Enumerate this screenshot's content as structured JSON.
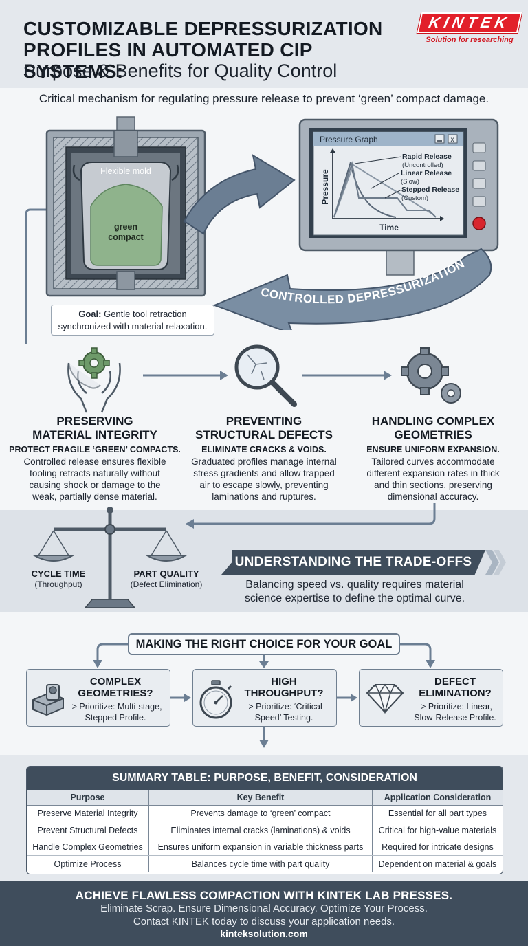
{
  "header": {
    "title": "CUSTOMIZABLE DEPRESSURIZATION PROFILES IN AUTOMATED CIP SYSTEMS:",
    "subtitle": "Purpose & Benefits for Quality Control",
    "logo_text": "KINTEK",
    "logo_tagline": "Solution for researching"
  },
  "intro": "Critical mechanism for regulating pressure release to prevent ‘green’ compact damage.",
  "press": {
    "mold_label": "Flexible mold",
    "compact_label_1": "green",
    "compact_label_2": "compact",
    "goal_label": "Goal:",
    "goal_text_1": "Gentle tool retraction",
    "goal_text_2": "synchronized with material relaxation."
  },
  "graph": {
    "window_title": "Pressure Graph",
    "y_axis": "Pressure",
    "x_axis": "Time",
    "curves": [
      {
        "name": "Rapid Release",
        "note": "(Uncontrolled)"
      },
      {
        "name": "Linear Release",
        "note": "(Slow)"
      },
      {
        "name": "Stepped Release",
        "note": "(Custom)"
      }
    ]
  },
  "arc_label": "CONTROLLED DEPRESSURIZATION",
  "columns": [
    {
      "head_1": "PRESERVING",
      "head_2": "MATERIAL INTEGRITY",
      "sub": "PROTECT FRAGILE ‘GREEN’ COMPACTS.",
      "lines": [
        "Controlled release ensures flexible",
        "tooling retracts naturally without",
        "causing shock or damage to the",
        "weak, partially dense material."
      ]
    },
    {
      "head_1": "PREVENTING",
      "head_2": "STRUCTURAL DEFECTS",
      "sub": "ELIMINATE CRACKS & VOIDS.",
      "lines": [
        "Graduated profiles manage internal",
        "stress gradients and allow trapped",
        "air to escape slowly, preventing",
        "laminations and ruptures."
      ]
    },
    {
      "head_1": "HANDLING COMPLEX",
      "head_2": "GEOMETRIES",
      "sub": "ENSURE UNIFORM EXPANSION.",
      "lines": [
        "Tailored curves accommodate",
        "different expansion rates in thick",
        "and thin sections, preserving",
        "dimensional accuracy."
      ]
    }
  ],
  "tradeoffs": {
    "left_label": "CYCLE TIME",
    "left_sub": "(Throughput)",
    "right_label": "PART QUALITY",
    "right_sub": "(Defect Elimination)",
    "banner": "UNDERSTANDING THE TRADE-OFFS",
    "body_1": "Balancing speed vs. quality requires material",
    "body_2": "science expertise to define the optimal curve."
  },
  "choice": {
    "title": "MAKING THE RIGHT CHOICE FOR YOUR GOAL",
    "cards": [
      {
        "head_1": "COMPLEX",
        "head_2": "GEOMETRIES?",
        "body_1": "-> Prioritize: Multi-stage,",
        "body_2": "Stepped Profile."
      },
      {
        "head_1": "HIGH",
        "head_2": "THROUGHPUT?",
        "body_1": "-> Prioritize: ‘Critical",
        "body_2": "Speed’ Testing."
      },
      {
        "head_1": "DEFECT",
        "head_2": "ELIMINATION?",
        "body_1": "-> Prioritize: Linear,",
        "body_2": "Slow-Release Profile."
      }
    ]
  },
  "summary": {
    "title": "SUMMARY TABLE: PURPOSE, BENEFIT, CONSIDERATION",
    "headers": [
      "Purpose",
      "Key Benefit",
      "Application Consideration"
    ],
    "rows": [
      [
        "Preserve Material Integrity",
        "Prevents damage to ‘green’ compact",
        "Essential for all part types"
      ],
      [
        "Prevent Structural Defects",
        "Eliminates internal cracks (laminations) & voids",
        "Critical for high-value materials"
      ],
      [
        "Handle Complex Geometries",
        "Ensures uniform expansion in variable thickness parts",
        "Required for intricate designs"
      ],
      [
        "Optimize Process",
        "Balances cycle time with part quality",
        "Dependent on material & goals"
      ]
    ]
  },
  "footer": {
    "headline": "ACHIEVE FLAWLESS COMPACTION WITH KINTEK LAB PRESSES.",
    "line_1": "Eliminate Scrap. Ensure Dimensional Accuracy. Optimize Your Process.",
    "line_2": "Contact KINTEK today to discuss your application needs.",
    "url": "kinteksolution.com"
  }
}
